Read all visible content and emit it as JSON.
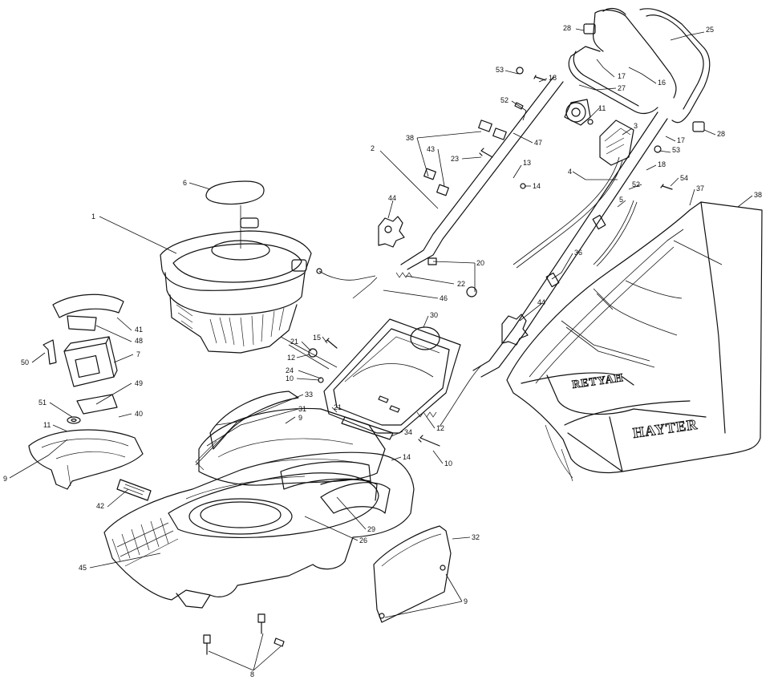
{
  "brand": {
    "name": "HAYTER",
    "mirrored": "RETYAH"
  },
  "callouts": [
    {
      "id": "c28a",
      "text": "28"
    },
    {
      "id": "c25",
      "text": "25"
    },
    {
      "id": "c53a",
      "text": "53"
    },
    {
      "id": "c18a",
      "text": "18"
    },
    {
      "id": "c17a",
      "text": "17"
    },
    {
      "id": "c16",
      "text": "16"
    },
    {
      "id": "c27",
      "text": "27"
    },
    {
      "id": "c52a",
      "text": "52"
    },
    {
      "id": "c11a",
      "text": "11"
    },
    {
      "id": "c3",
      "text": "3"
    },
    {
      "id": "c28b",
      "text": "28"
    },
    {
      "id": "c17b",
      "text": "17"
    },
    {
      "id": "c53b",
      "text": "53"
    },
    {
      "id": "c2",
      "text": "2"
    },
    {
      "id": "c38a",
      "text": "38"
    },
    {
      "id": "c43",
      "text": "43"
    },
    {
      "id": "c23",
      "text": "23"
    },
    {
      "id": "c47",
      "text": "47"
    },
    {
      "id": "c13",
      "text": "13"
    },
    {
      "id": "c14a",
      "text": "14"
    },
    {
      "id": "c4",
      "text": "4"
    },
    {
      "id": "c18b",
      "text": "18"
    },
    {
      "id": "c54",
      "text": "54"
    },
    {
      "id": "c52b",
      "text": "52"
    },
    {
      "id": "c37",
      "text": "37"
    },
    {
      "id": "c38b",
      "text": "38"
    },
    {
      "id": "c5",
      "text": "5"
    },
    {
      "id": "c6",
      "text": "6"
    },
    {
      "id": "c44a",
      "text": "44"
    },
    {
      "id": "c1",
      "text": "1"
    },
    {
      "id": "c20",
      "text": "20"
    },
    {
      "id": "c36",
      "text": "36"
    },
    {
      "id": "c22",
      "text": "22"
    },
    {
      "id": "c46",
      "text": "46"
    },
    {
      "id": "c44b",
      "text": "44"
    },
    {
      "id": "c41",
      "text": "41"
    },
    {
      "id": "c48",
      "text": "48"
    },
    {
      "id": "c30",
      "text": "30"
    },
    {
      "id": "c50",
      "text": "50"
    },
    {
      "id": "c7",
      "text": "7"
    },
    {
      "id": "c21a",
      "text": "21"
    },
    {
      "id": "c15",
      "text": "15"
    },
    {
      "id": "c12a",
      "text": "12"
    },
    {
      "id": "c24",
      "text": "24"
    },
    {
      "id": "c10a",
      "text": "10"
    },
    {
      "id": "c49",
      "text": "49"
    },
    {
      "id": "c33",
      "text": "33"
    },
    {
      "id": "c51",
      "text": "51"
    },
    {
      "id": "c40",
      "text": "40"
    },
    {
      "id": "c31",
      "text": "31"
    },
    {
      "id": "c9a",
      "text": "9"
    },
    {
      "id": "c21b",
      "text": "21"
    },
    {
      "id": "c11b",
      "text": "11"
    },
    {
      "id": "c34",
      "text": "34"
    },
    {
      "id": "c12b",
      "text": "12"
    },
    {
      "id": "c10b",
      "text": "10"
    },
    {
      "id": "c9b",
      "text": "9"
    },
    {
      "id": "c14b",
      "text": "14"
    },
    {
      "id": "c42",
      "text": "42"
    },
    {
      "id": "c29",
      "text": "29"
    },
    {
      "id": "c26",
      "text": "26"
    },
    {
      "id": "c32",
      "text": "32"
    },
    {
      "id": "c45",
      "text": "45"
    },
    {
      "id": "c9c",
      "text": "9"
    },
    {
      "id": "c8",
      "text": "8"
    }
  ]
}
